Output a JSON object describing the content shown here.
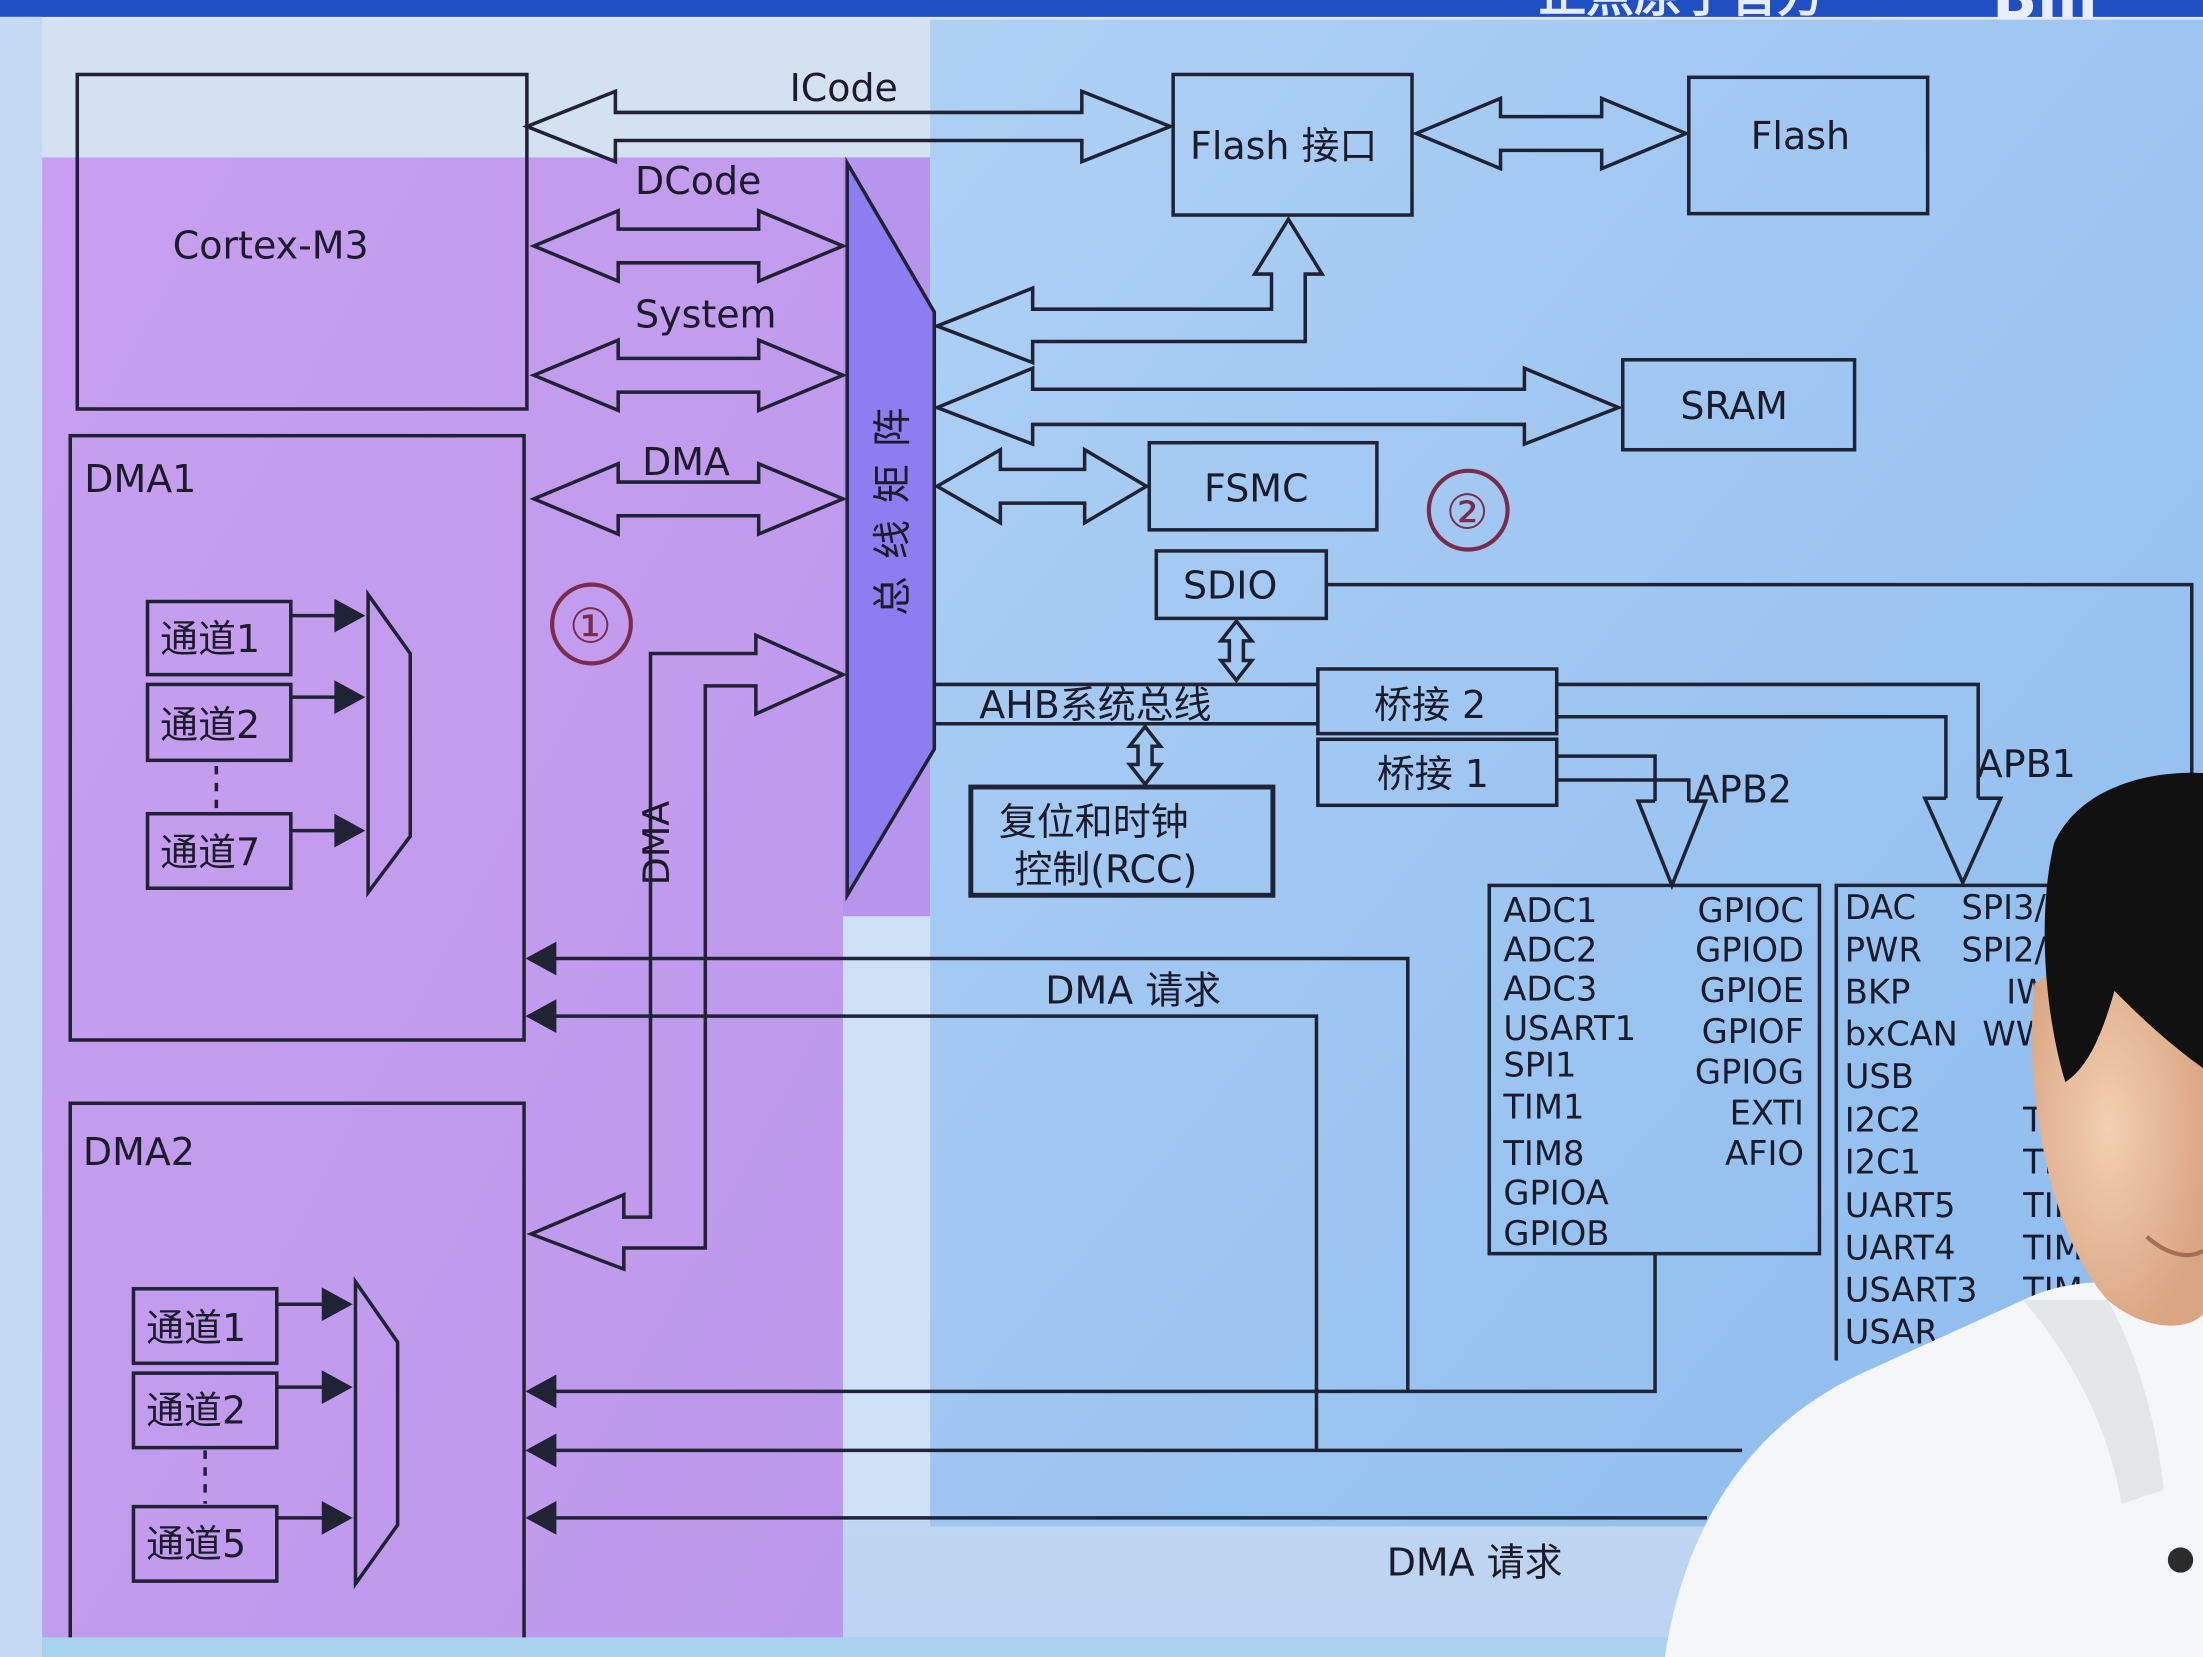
{
  "header": {
    "title_fragment": "正点原子官方",
    "logo_fragment": "Bili"
  },
  "diagram": {
    "cpu": "Cortex-M3",
    "buses": {
      "icode": "ICode",
      "dcode": "DCode",
      "system": "System",
      "dma": "DMA",
      "dma_vertical": "DMA"
    },
    "bus_matrix": "总线矩阵",
    "flash_interface": "Flash 接口",
    "flash": "Flash",
    "sram": "SRAM",
    "fsmc": "FSMC",
    "sdio": "SDIO",
    "marker_1": "①",
    "marker_2": "②",
    "ahb": "AHB系统总线",
    "bridge2": "桥接 2",
    "bridge1": "桥接 1",
    "rcc_line1": "复位和时钟",
    "rcc_line2": "控制(RCC)",
    "apb2": "APB2",
    "apb1": "APB1",
    "dma1": {
      "title": "DMA1",
      "channels": [
        "通道1",
        "通道2",
        "通道7"
      ]
    },
    "dma2": {
      "title": "DMA2",
      "channels": [
        "通道1",
        "通道2",
        "通道5"
      ]
    },
    "dma_request_upper": "DMA 请求",
    "dma_request_lower": "DMA 请求",
    "apb2_peripherals_left": [
      "ADC1",
      "ADC2",
      "ADC3",
      "USART1",
      "SPI1",
      "TIM1",
      "TIM8",
      "GPIOA",
      "GPIOB"
    ],
    "apb2_peripherals_right": [
      "GPIOC",
      "GPIOD",
      "GPIOE",
      "GPIOF",
      "GPIOG",
      "EXTI",
      "AFIO"
    ],
    "apb1_peripherals_left": [
      "DAC",
      "PWR",
      "BKP",
      "bxCAN",
      "USB",
      "I2C2",
      "I2C1",
      "UART5",
      "UART4",
      "USART3",
      "USAR"
    ],
    "apb1_peripherals_right": [
      "SPI3/",
      "SPI2/",
      "IW",
      "WW",
      "T",
      "TI",
      "TIM",
      "TIM",
      "TIM"
    ]
  },
  "colors": {
    "header_blue": "#1f4fc2",
    "left_region": "#c7a8f3",
    "right_region": "#b4d2f3",
    "bus_matrix": "#8e7df0",
    "line": "#1f2333"
  }
}
